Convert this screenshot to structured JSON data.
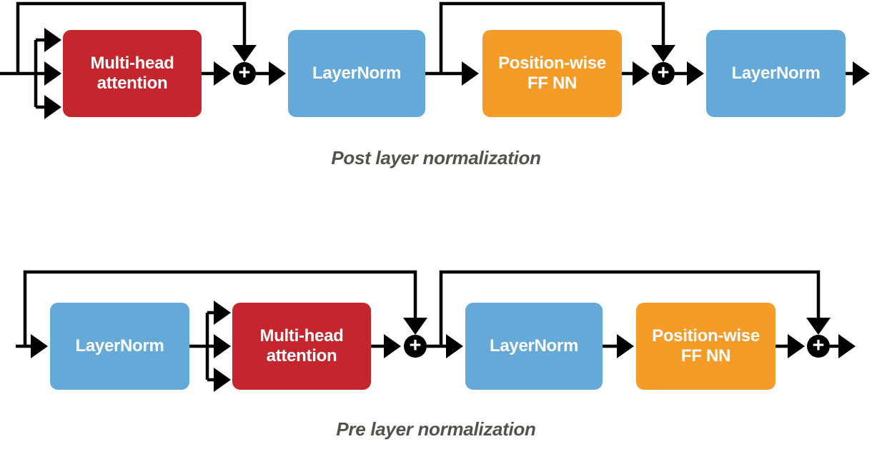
{
  "diagrams": [
    {
      "title": "Post layer normalization",
      "blocks": [
        {
          "label": "Multi-head attention",
          "type": "attention"
        },
        {
          "label": "LayerNorm",
          "type": "norm"
        },
        {
          "label": "Position-wise FF NN",
          "type": "ffnn"
        },
        {
          "label": "LayerNorm",
          "type": "norm"
        }
      ]
    },
    {
      "title": "Pre layer normalization",
      "blocks": [
        {
          "label": "LayerNorm",
          "type": "norm"
        },
        {
          "label": "Multi-head attention",
          "type": "attention"
        },
        {
          "label": "LayerNorm",
          "type": "norm"
        },
        {
          "label": "Position-wise FF NN",
          "type": "ffnn"
        }
      ]
    }
  ],
  "operators": {
    "add": "+"
  },
  "colors": {
    "attention": "#C5262E",
    "norm": "#65A9D9",
    "ffnn": "#F59B28",
    "line": "#000000",
    "caption": "#55514B",
    "block_text": "#FFFFFF",
    "background": "#FFFFFF"
  }
}
